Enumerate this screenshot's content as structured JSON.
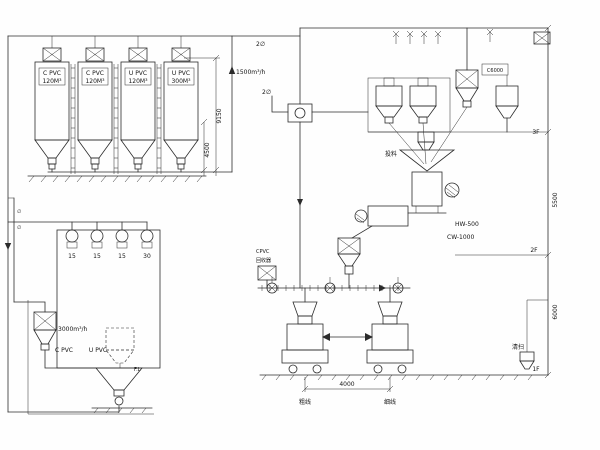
{
  "diagram": {
    "colors": {
      "ink": "#2b2b2b",
      "background": "#fefefe"
    },
    "silos": [
      {
        "name": "C PVC",
        "capacity": "120M³"
      },
      {
        "name": "C PVC",
        "capacity": "120M³"
      },
      {
        "name": "U PVC",
        "capacity": "120M³"
      },
      {
        "name": "U PVC",
        "capacity": "300M³"
      }
    ],
    "flow_rates": {
      "silo_line": "1500m³/h",
      "bag_dump_line": "3000m³/h"
    },
    "pipe_labels": {
      "top_header": "2∅",
      "pump_branch": "2∅",
      "left_riser_a": "∅",
      "left_riser_b": "∅"
    },
    "pump_ratings": [
      "15",
      "15",
      "15",
      "30"
    ],
    "bag_dump": {
      "material_left": "C PVC",
      "material_right": "U PVC",
      "floor_mark": "F.L"
    },
    "recycler": {
      "line1": "CPVC",
      "line2": "回收器"
    },
    "mixers": {
      "heating": "HW-500",
      "cooling": "CW-1000"
    },
    "annotations": {
      "feed": "投料",
      "cleaning": "清扫",
      "unit": "C6000"
    },
    "floors": [
      {
        "label": "3F"
      },
      {
        "label": "2F"
      },
      {
        "label": "1F"
      }
    ],
    "dimensions": {
      "left_outer": "9150",
      "left_inner": "4500",
      "right_upper": "5500",
      "right_lower": "6000",
      "extruder_span": "4000"
    },
    "extruder_lines": [
      {
        "label": "粗线"
      },
      {
        "label": "细线"
      }
    ]
  }
}
